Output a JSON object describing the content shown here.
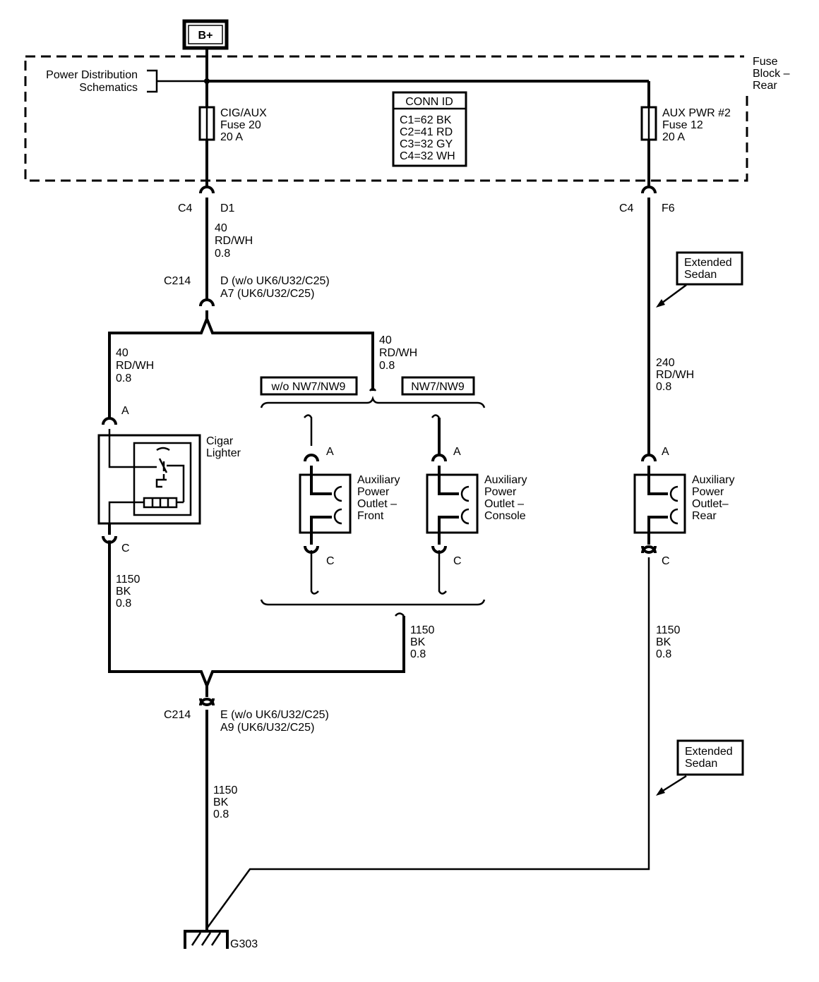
{
  "battery": {
    "label": "B+"
  },
  "fuse_block": {
    "label_line1": "Fuse",
    "label_line2": "Block –",
    "label_line3": "Rear",
    "power_dist_line1": "Power Distribution",
    "power_dist_line2": "Schematics",
    "fuse_left": {
      "line1": "CIG/AUX",
      "line2": "Fuse 20",
      "line3": "20 A"
    },
    "fuse_right": {
      "line1": "AUX PWR #2",
      "line2": "Fuse 12",
      "line3": "20 A"
    },
    "conn_id": {
      "title": "CONN ID",
      "rows": [
        "C1=62 BK",
        "C2=41 RD",
        "C3=32 GY",
        "C4=32 WH"
      ]
    }
  },
  "left_branch": {
    "c4": "C4",
    "d1": "D1",
    "wire1": [
      "40",
      "RD/WH",
      "0.8"
    ],
    "c214": "C214",
    "c214_pins": [
      "D (w/o UK6/U32/C25)",
      "A7 (UK6/U32/C25)"
    ],
    "wire_left": [
      "40",
      "RD/WH",
      "0.8"
    ],
    "wire_mid": [
      "40",
      "RD/WH",
      "0.8"
    ],
    "option_a": "w/o NW7/NW9",
    "option_b": "NW7/NW9",
    "cigar": {
      "pin_a": "A",
      "pin_c": "C",
      "line1": "Cigar",
      "line2": "Lighter"
    },
    "outlet_front": {
      "pin_a": "A",
      "pin_c": "C",
      "lines": [
        "Auxiliary",
        "Power",
        "Outlet –",
        "Front"
      ]
    },
    "outlet_console": {
      "pin_a": "A",
      "pin_c": "C",
      "lines": [
        "Auxiliary",
        "Power",
        "Outlet –",
        "Console"
      ]
    },
    "ground_left": [
      "1150",
      "BK",
      "0.8"
    ],
    "ground_mid": [
      "1150",
      "BK",
      "0.8"
    ],
    "c214_lower": "C214",
    "c214_lower_pins": [
      "E (w/o UK6/U32/C25)",
      "A9 (UK6/U32/C25)"
    ],
    "ground_main": [
      "1150",
      "BK",
      "0.8"
    ],
    "ground_label": "G303"
  },
  "right_branch": {
    "c4": "C4",
    "f6": "F6",
    "note_top": [
      "Extended",
      "Sedan"
    ],
    "wire": [
      "240",
      "RD/WH",
      "0.8"
    ],
    "outlet_rear": {
      "pin_a": "A",
      "pin_c": "C",
      "lines": [
        "Auxiliary",
        "Power",
        "Outlet–",
        "Rear"
      ]
    },
    "ground": [
      "1150",
      "BK",
      "0.8"
    ],
    "note_bottom": [
      "Extended",
      "Sedan"
    ]
  }
}
